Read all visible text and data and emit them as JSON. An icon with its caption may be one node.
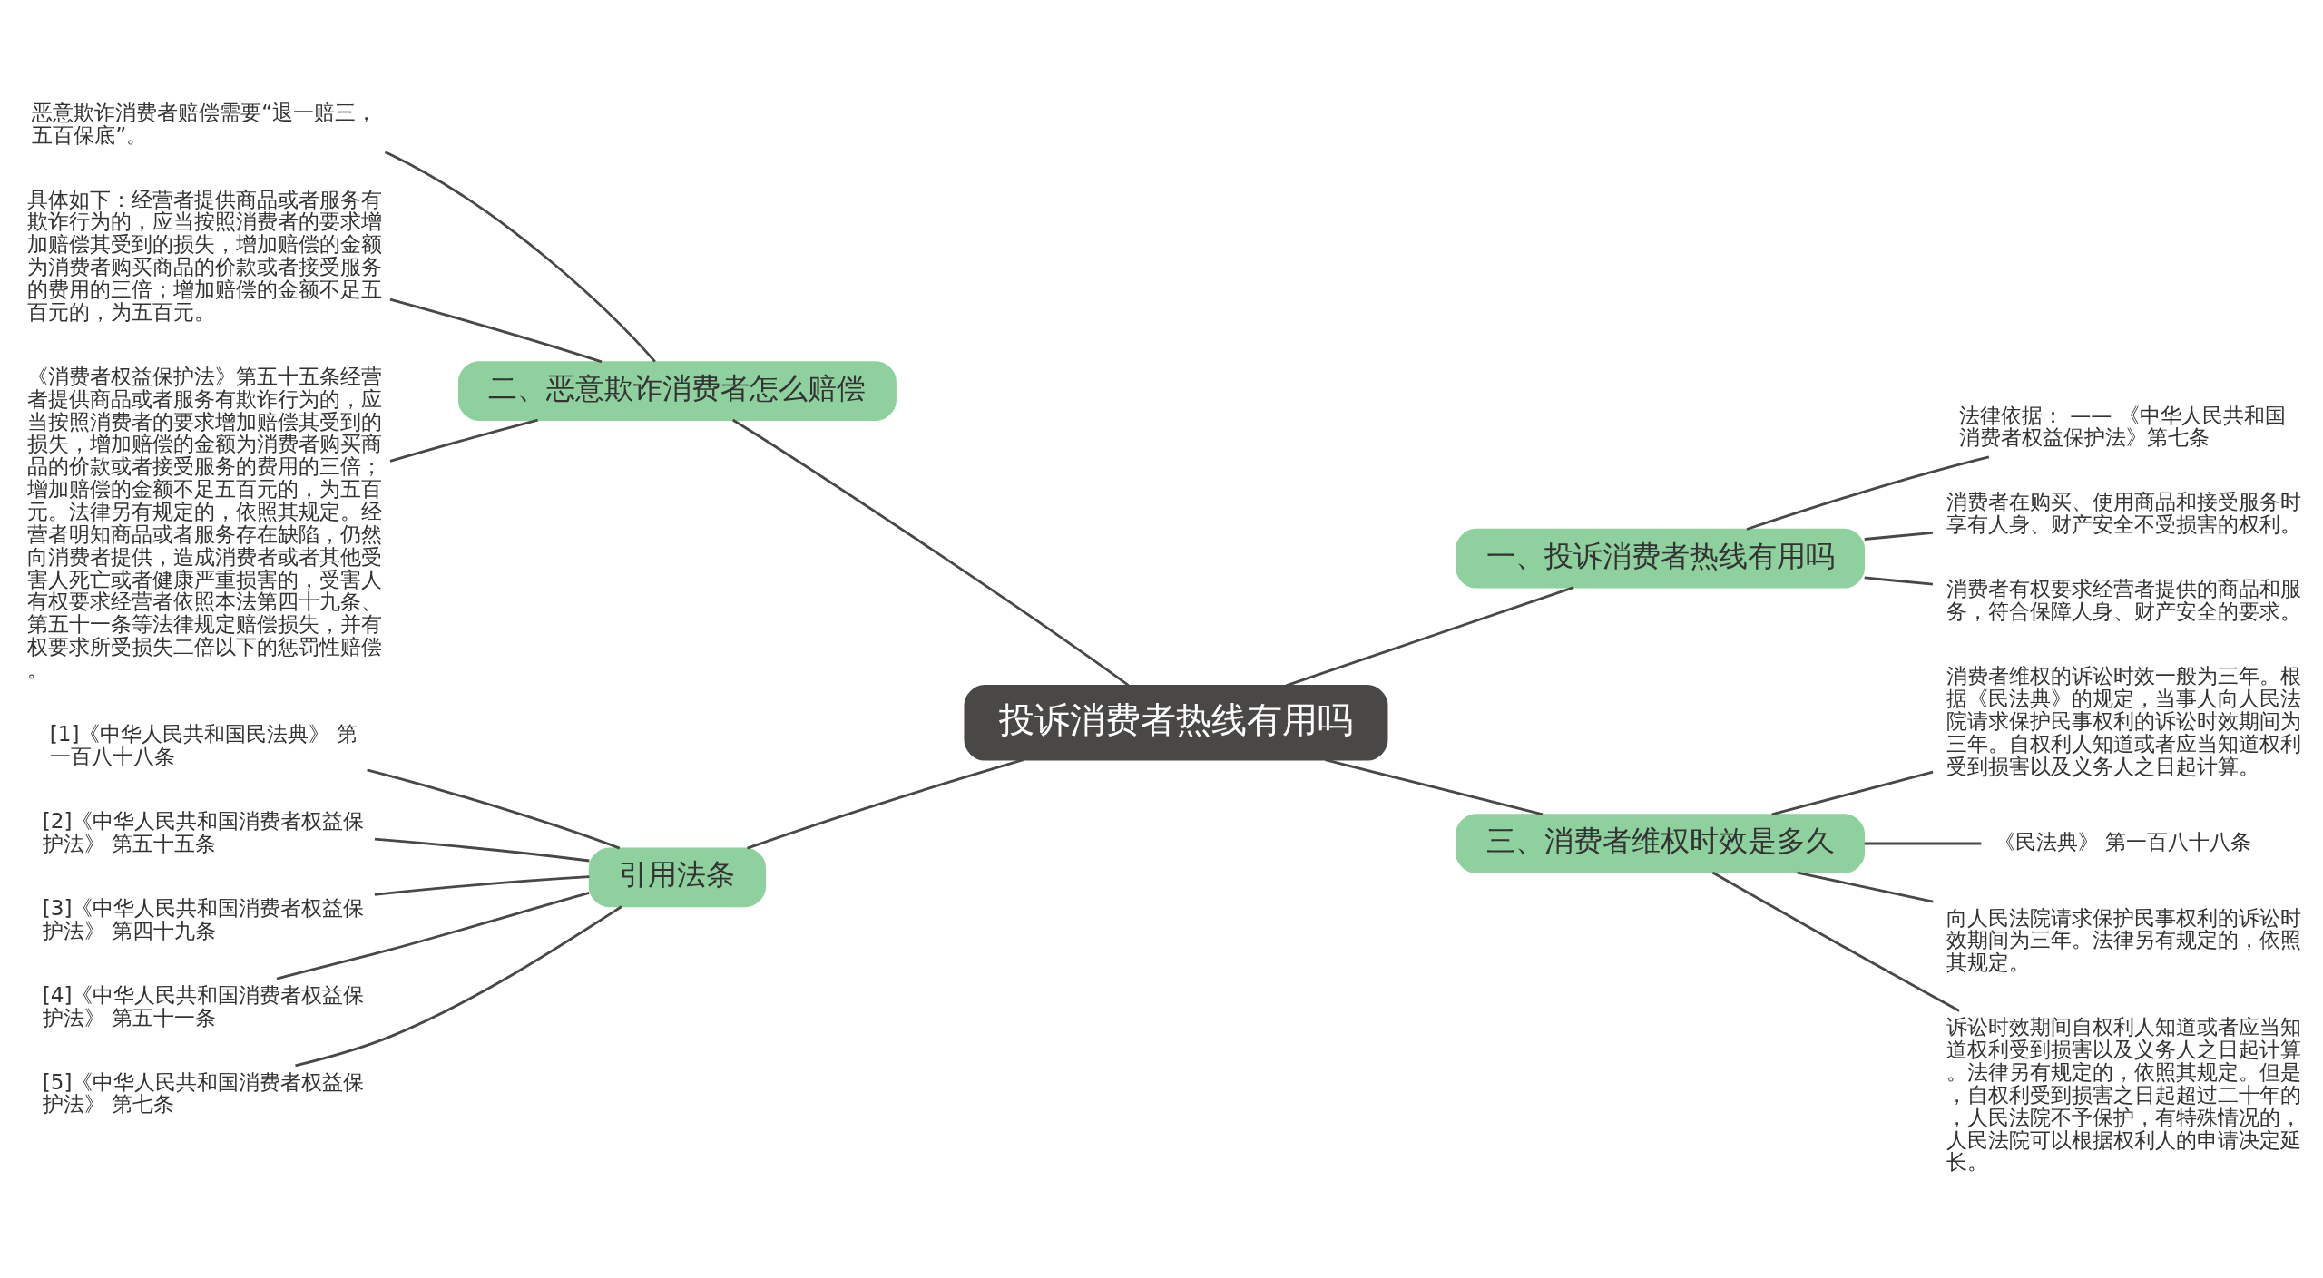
{
  "diagram": {
    "nodes": [
      {
        "text": [
          "投诉消费者热线有用吗"
        ]
      },
      {
        "text": [
          "一、投诉消费者热线有用吗"
        ]
      },
      {
        "text": [
          "法律依据： —— 《中华人民共和国消费者权益保护法》第七条"
        ]
      },
      {
        "text": [
          "消费者在购买、使用商品和接受服务时享有人身、财产安全不受损害的权利。"
        ]
      },
      {
        "text": [
          "消费者有权要求经营者提供的商品和服务，符合保障人身、财产安全的要求。"
        ]
      },
      {
        "text": [
          "三、消费者维权时效是多久"
        ]
      },
      {
        "text": [
          "消费者维权的诉讼时效一般为三年。根据《民法典》的规定，当事人向人民法院请求保护民事权利的诉讼时效期间为三年。自权利人知道或者应当知道权利受到损害以及义务人之日起计算。"
        ]
      },
      {
        "text": [
          "《民法典》 第一百八十八条"
        ]
      },
      {
        "text": [
          "向人民法院请求保护民事权利的诉讼时效期间为三年。法律另有规定的，依照其规定。"
        ]
      },
      {
        "text": [
          "诉讼时效期间自权利人知道或者应当知道权利受到损害以及义务人之日起计算。法律另有规定的，依照其规定。但是，自权利受到损害之日起超过二十年的，人民法院不予保护，有特殊情况的，人民法院可以根据权利人的申请决定延长。"
        ]
      },
      {
        "text": [
          "二、恶意欺诈消费者怎么赔偿"
        ]
      },
      {
        "text": [
          "恶意欺诈消费者赔偿需要“退一赔三，五百保底”。"
        ]
      },
      {
        "text": [
          "具体如下：经营者提供商品或者服务有欺诈行为的，应当按照消费者的要求增加赔偿其受到的损失，增加赔偿的金额为消费者购买商品的价款或者接受服务的费用的三倍；增加赔偿的金额不足五百元的，为五百元。"
        ]
      },
      {
        "text": [
          "《消费者权益保护法》第五十五条经营者提供商品或者服务有欺诈行为的，应当按照消费者的要求增加赔偿其受到的损失，增加赔偿的金额为消费者购买商品的价款或者接受服务的费用的三倍；增加赔偿的金额不足五百元的，为五百元。法律另有规定的，依照其规定。经营者明知商品或者服务存在缺陷，仍然向消费者提供，造成消费者或者其他受害人死亡或者健康严重损害的，受害人有权要求经营者依照本法第四十九条、第五十一条等法律规定赔偿损失，并有权要求所受损失二倍以下的惩罚性赔偿。"
        ]
      },
      {
        "text": [
          "引用法条"
        ]
      },
      {
        "text": [
          "[1]《中华人民共和国民法典》 第一百八十八条"
        ]
      },
      {
        "text": [
          "[2]《中华人民共和国消费者权益保护法》 第五十五条"
        ]
      },
      {
        "text": [
          "[3]《中华人民共和国消费者权益保护法》 第四十九条"
        ]
      },
      {
        "text": [
          "[4]《中华人民共和国消费者权益保护法》 第五十一条"
        ]
      },
      {
        "text": [
          "[5]《中华人民共和国消费者权益保护法》 第七条"
        ]
      }
    ],
    "edges": [
      {
        "from": 0,
        "to": 1,
        "arrow": "none"
      },
      {
        "from": 1,
        "to": 2,
        "arrow": "none"
      },
      {
        "from": 1,
        "to": 3,
        "arrow": "none"
      },
      {
        "from": 1,
        "to": 4,
        "arrow": "none"
      },
      {
        "from": 0,
        "to": 5,
        "arrow": "none"
      },
      {
        "from": 5,
        "to": 6,
        "arrow": "none"
      },
      {
        "from": 5,
        "to": 7,
        "arrow": "none"
      },
      {
        "from": 5,
        "to": 8,
        "arrow": "none"
      },
      {
        "from": 5,
        "to": 9,
        "arrow": "none"
      },
      {
        "from": 0,
        "to": 10,
        "arrow": "none"
      },
      {
        "from": 10,
        "to": 11,
        "arrow": "none"
      },
      {
        "from": 10,
        "to": 12,
        "arrow": "none"
      },
      {
        "from": 10,
        "to": 13,
        "arrow": "none"
      },
      {
        "from": 0,
        "to": 14,
        "arrow": "none"
      },
      {
        "from": 14,
        "to": 15,
        "arrow": "none"
      },
      {
        "from": 14,
        "to": 16,
        "arrow": "none"
      },
      {
        "from": 14,
        "to": 17,
        "arrow": "none"
      },
      {
        "from": 14,
        "to": 18,
        "arrow": "none"
      },
      {
        "from": 14,
        "to": 19,
        "arrow": "none"
      }
    ]
  }
}
